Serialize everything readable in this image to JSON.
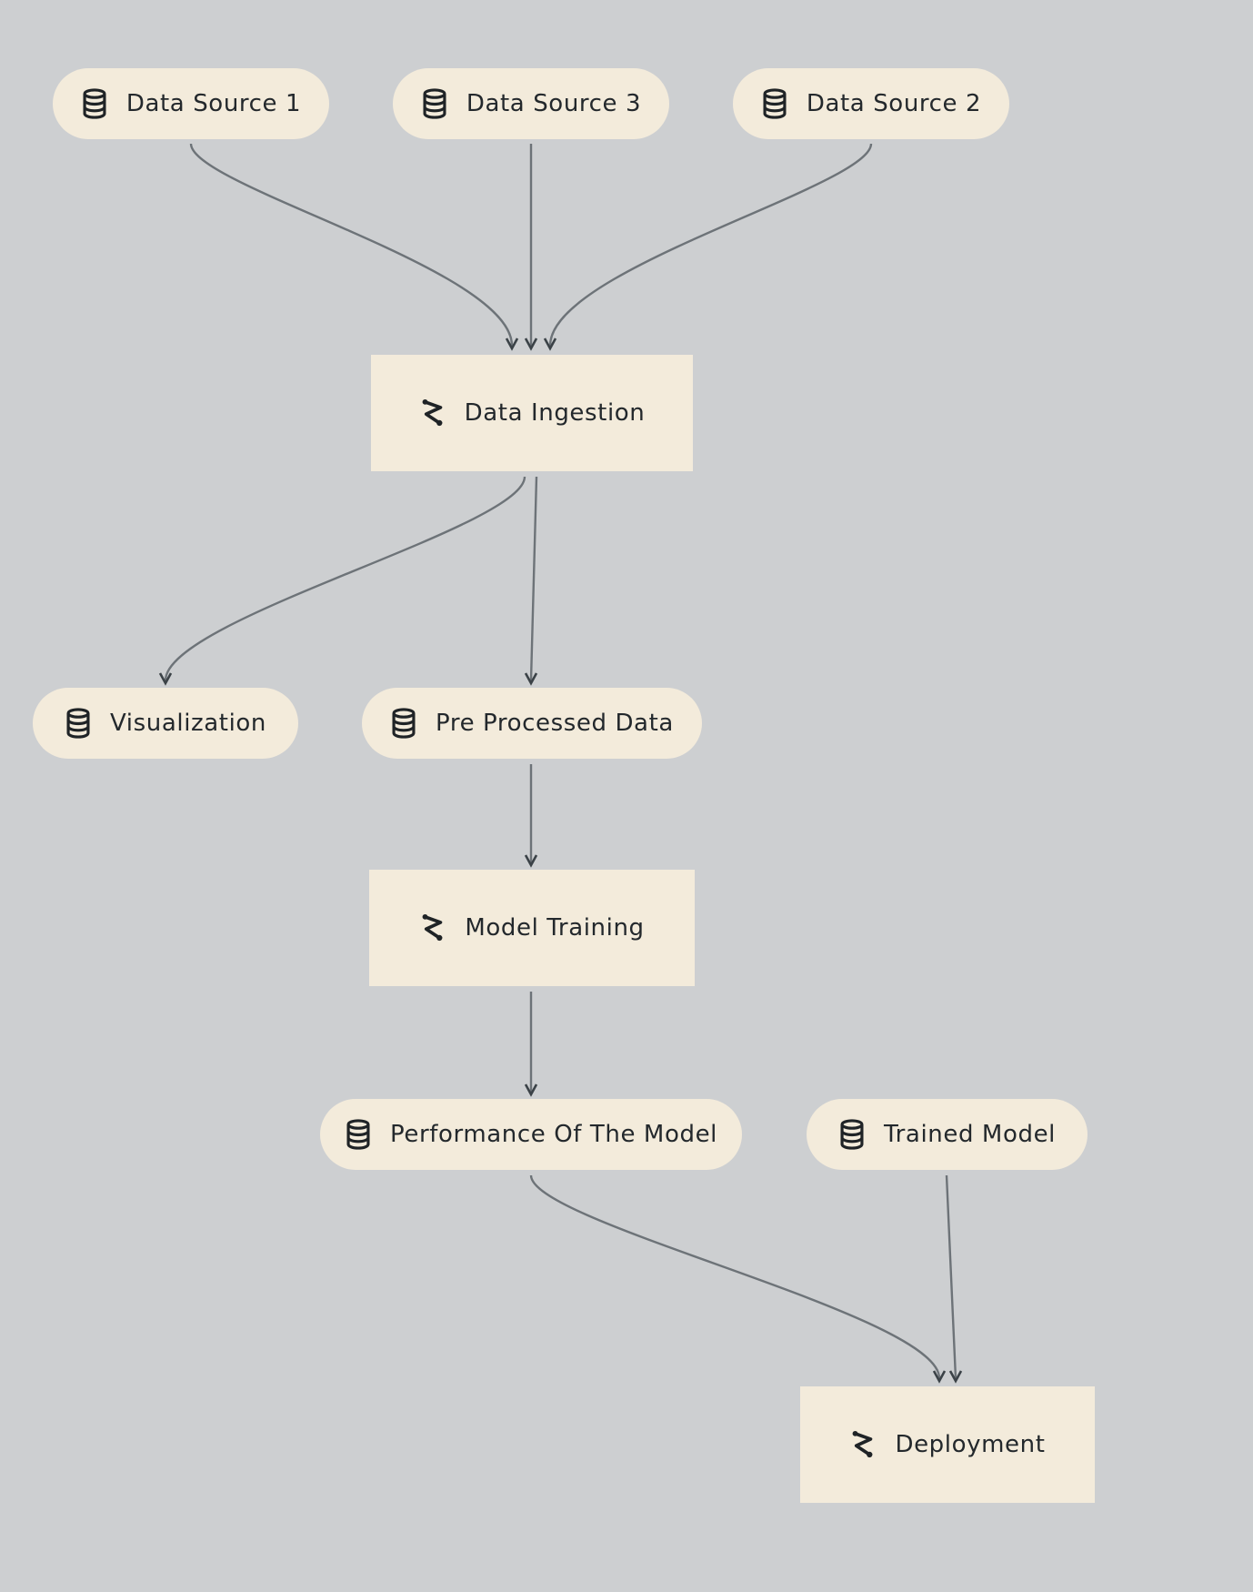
{
  "nodes": {
    "ds1": {
      "label": "Data Source 1",
      "icon": "database-icon",
      "shape": "pill"
    },
    "ds3": {
      "label": "Data Source 3",
      "icon": "database-icon",
      "shape": "pill"
    },
    "ds2": {
      "label": "Data Source 2",
      "icon": "database-icon",
      "shape": "pill"
    },
    "ingest": {
      "label": "Data Ingestion",
      "icon": "process-icon",
      "shape": "rect"
    },
    "viz": {
      "label": "Visualization",
      "icon": "database-icon",
      "shape": "pill"
    },
    "pre": {
      "label": "Pre Processed Data",
      "icon": "database-icon",
      "shape": "pill"
    },
    "train": {
      "label": "Model Training",
      "icon": "process-icon",
      "shape": "rect"
    },
    "perf": {
      "label": "Performance Of The Model",
      "icon": "database-icon",
      "shape": "pill"
    },
    "trained": {
      "label": "Trained Model",
      "icon": "database-icon",
      "shape": "pill"
    },
    "deploy": {
      "label": "Deployment",
      "icon": "process-icon",
      "shape": "rect"
    }
  },
  "edges": [
    [
      "ds1",
      "ingest"
    ],
    [
      "ds3",
      "ingest"
    ],
    [
      "ds2",
      "ingest"
    ],
    [
      "ingest",
      "viz"
    ],
    [
      "ingest",
      "pre"
    ],
    [
      "pre",
      "train"
    ],
    [
      "train",
      "perf"
    ],
    [
      "perf",
      "deploy"
    ],
    [
      "trained",
      "deploy"
    ]
  ],
  "colors": {
    "background": "#cdcfd1",
    "node_fill": "#f3ebdb",
    "edge": "#6d7378",
    "arrow": "#3b4247",
    "text": "#23282c"
  }
}
